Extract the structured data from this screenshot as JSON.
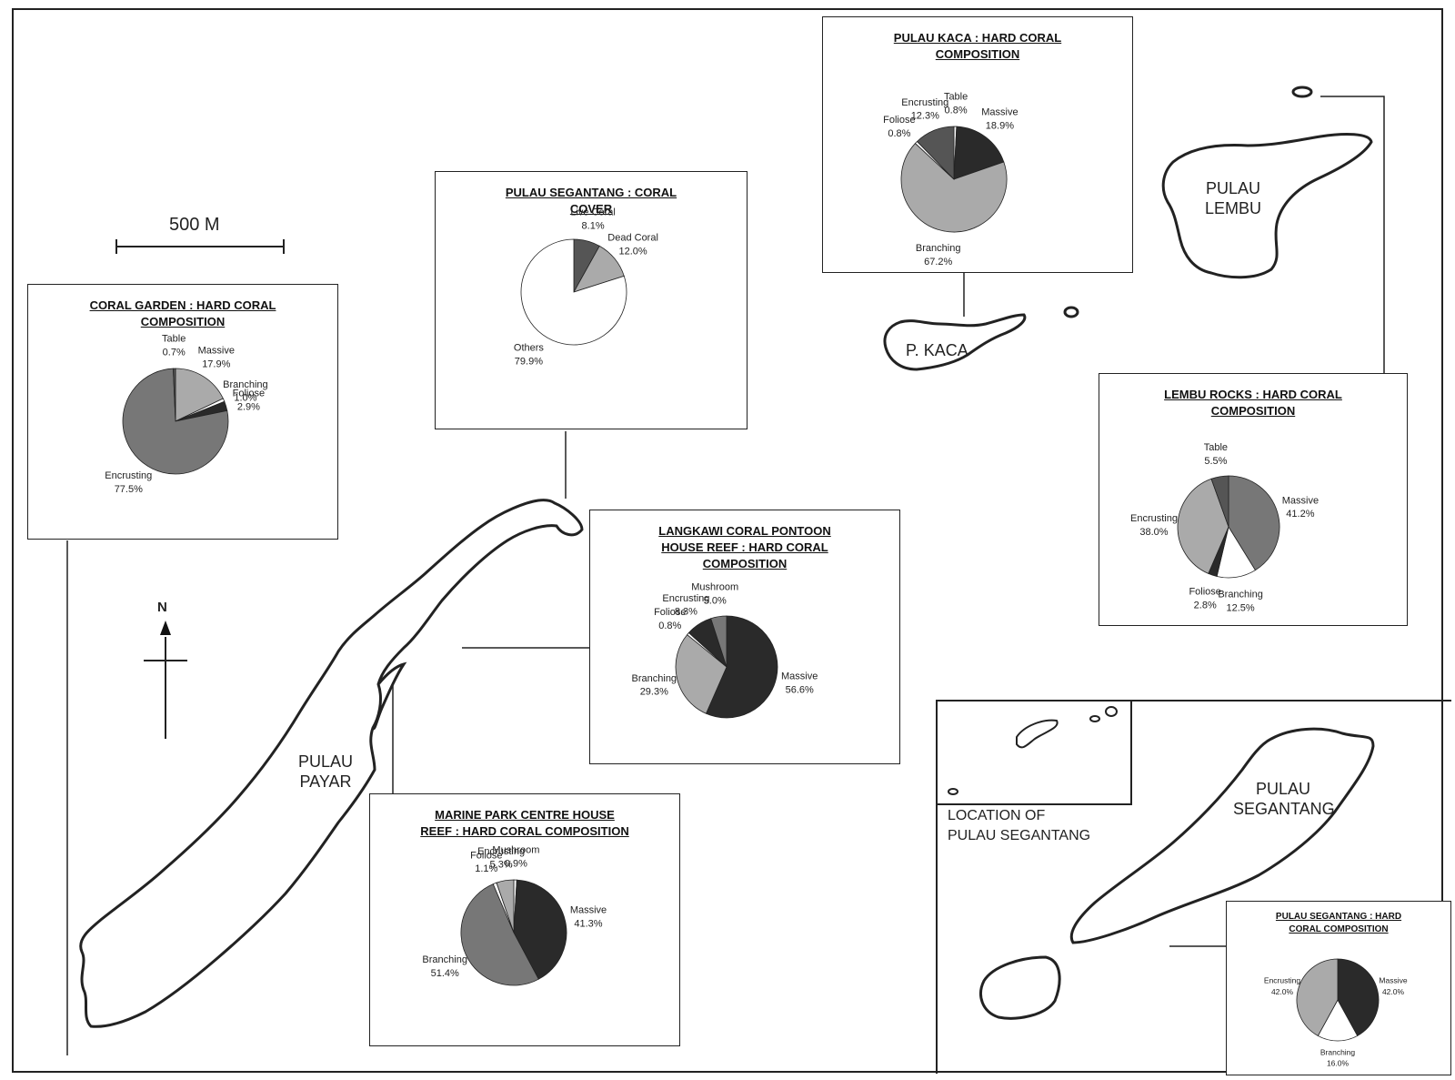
{
  "scale_bar": {
    "label": "500 M"
  },
  "north_arrow": {
    "label": "N"
  },
  "islands": {
    "payar": {
      "line1": "PULAU",
      "line2": "PAYAR"
    },
    "lembu": {
      "line1": "PULAU",
      "line2": "LEMBU"
    },
    "kaca": {
      "label": "P. KACA"
    },
    "segantang": {
      "line1": "PULAU",
      "line2": "SEGANTANG"
    }
  },
  "inset_caption": {
    "line1": "LOCATION OF",
    "line2": "PULAU SEGANTANG"
  },
  "colors": {
    "dark": "#2a2a2a",
    "mid_dark": "#555555",
    "mid": "#777777",
    "light": "#aaaaaa",
    "white": "#ffffff"
  },
  "chart_data": [
    {
      "id": "coral-garden",
      "type": "pie",
      "title_lines": [
        "CORAL GARDEN : HARD CORAL",
        "COMPOSITION"
      ],
      "slices": [
        {
          "label": "Massive",
          "value": 17.9,
          "shade": "light"
        },
        {
          "label": "Branching",
          "value": 1.0,
          "shade": "white"
        },
        {
          "label": "Foliose",
          "value": 2.9,
          "shade": "dark"
        },
        {
          "label": "Encrusting",
          "value": 77.5,
          "shade": "mid"
        },
        {
          "label": "Table",
          "value": 0.7,
          "shade": "mid_dark"
        }
      ]
    },
    {
      "id": "segantang-cover",
      "type": "pie",
      "title_lines": [
        "PULAU SEGANTANG : CORAL",
        "COVER"
      ],
      "slices": [
        {
          "label": "Live Coral",
          "value": 8.1,
          "shade": "mid_dark"
        },
        {
          "label": "Dead Coral",
          "value": 12.0,
          "shade": "light"
        },
        {
          "label": "Others",
          "value": 79.9,
          "shade": "white"
        }
      ]
    },
    {
      "id": "kaca",
      "type": "pie",
      "title_lines": [
        "PULAU KACA : HARD CORAL",
        "COMPOSITION"
      ],
      "slices": [
        {
          "label": "Table",
          "value": 0.8,
          "shade": "white"
        },
        {
          "label": "Massive",
          "value": 18.9,
          "shade": "dark"
        },
        {
          "label": "Branching",
          "value": 67.2,
          "shade": "light"
        },
        {
          "label": "Foliose",
          "value": 0.8,
          "shade": "white"
        },
        {
          "label": "Encrusting",
          "value": 12.3,
          "shade": "mid_dark"
        }
      ]
    },
    {
      "id": "lembu-rocks",
      "type": "pie",
      "title_lines": [
        "LEMBU ROCKS : HARD CORAL",
        "COMPOSITION"
      ],
      "slices": [
        {
          "label": "Massive",
          "value": 41.2,
          "shade": "mid"
        },
        {
          "label": "Branching",
          "value": 12.5,
          "shade": "white"
        },
        {
          "label": "Foliose",
          "value": 2.8,
          "shade": "dark"
        },
        {
          "label": "Encrusting",
          "value": 38.0,
          "shade": "light"
        },
        {
          "label": "Table",
          "value": 5.5,
          "shade": "mid_dark"
        }
      ]
    },
    {
      "id": "langkawi",
      "type": "pie",
      "title_lines": [
        "LANGKAWI CORAL PONTOON",
        "HOUSE REEF : HARD CORAL",
        "COMPOSITION"
      ],
      "slices": [
        {
          "label": "Massive",
          "value": 56.6,
          "shade": "dark"
        },
        {
          "label": "Branching",
          "value": 29.3,
          "shade": "light"
        },
        {
          "label": "Foliose",
          "value": 0.8,
          "shade": "white"
        },
        {
          "label": "Encrusting",
          "value": 8.3,
          "shade": "dark"
        },
        {
          "label": "Mushroom",
          "value": 5.0,
          "shade": "mid"
        }
      ]
    },
    {
      "id": "marine-park",
      "type": "pie",
      "title_lines": [
        "MARINE PARK CENTRE HOUSE",
        "REEF : HARD CORAL COMPOSITION"
      ],
      "slices": [
        {
          "label": "Mushroom",
          "value": 0.9,
          "shade": "white"
        },
        {
          "label": "Massive",
          "value": 41.3,
          "shade": "dark"
        },
        {
          "label": "Branching",
          "value": 51.4,
          "shade": "mid"
        },
        {
          "label": "Foliose",
          "value": 1.1,
          "shade": "white"
        },
        {
          "label": "Encrusting",
          "value": 5.3,
          "shade": "light"
        }
      ]
    },
    {
      "id": "segantang-hard",
      "type": "pie",
      "title_lines": [
        "PULAU SEGANTANG : HARD",
        "CORAL COMPOSITION"
      ],
      "slices": [
        {
          "label": "Massive",
          "value": 42.0,
          "shade": "dark"
        },
        {
          "label": "Branching",
          "value": 16.0,
          "shade": "white"
        },
        {
          "label": "Encrusting",
          "value": 42.0,
          "shade": "light"
        }
      ]
    }
  ]
}
